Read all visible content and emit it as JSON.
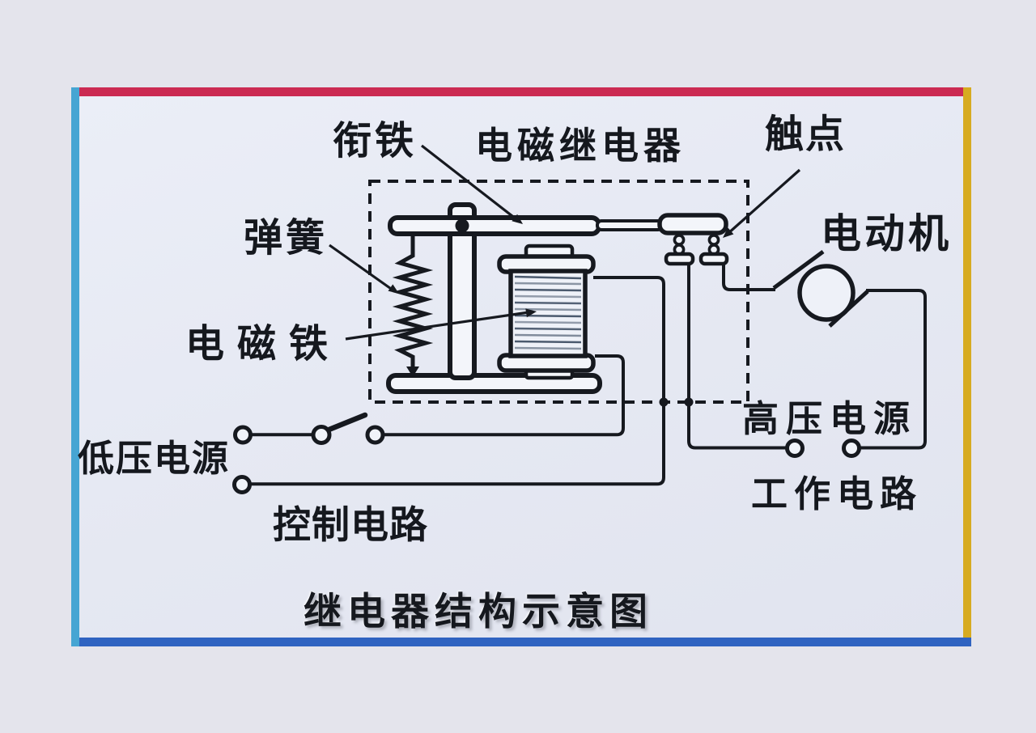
{
  "frame": {
    "border_colors": {
      "top": "#cb2a52",
      "left": "#46a5d3",
      "right": "#d7ab20",
      "bottom": "#2f63c1"
    },
    "outer_background": "#e4e4ec",
    "inner_background": "#e7eaf4"
  },
  "diagram": {
    "type": "relay structure schematic",
    "line_color": "#16191f",
    "title": "继电器结构示意图",
    "enclosure_label": "电磁继电器",
    "labels": {
      "armature": "衔铁",
      "contacts": "触点",
      "motor": "电动机",
      "spring": "弹簧",
      "electromagnet": "电磁铁",
      "low_voltage_supply": "低压电源",
      "high_voltage_supply": "高压电源",
      "control_circuit": "控制电路",
      "working_circuit": "工作电路"
    }
  }
}
